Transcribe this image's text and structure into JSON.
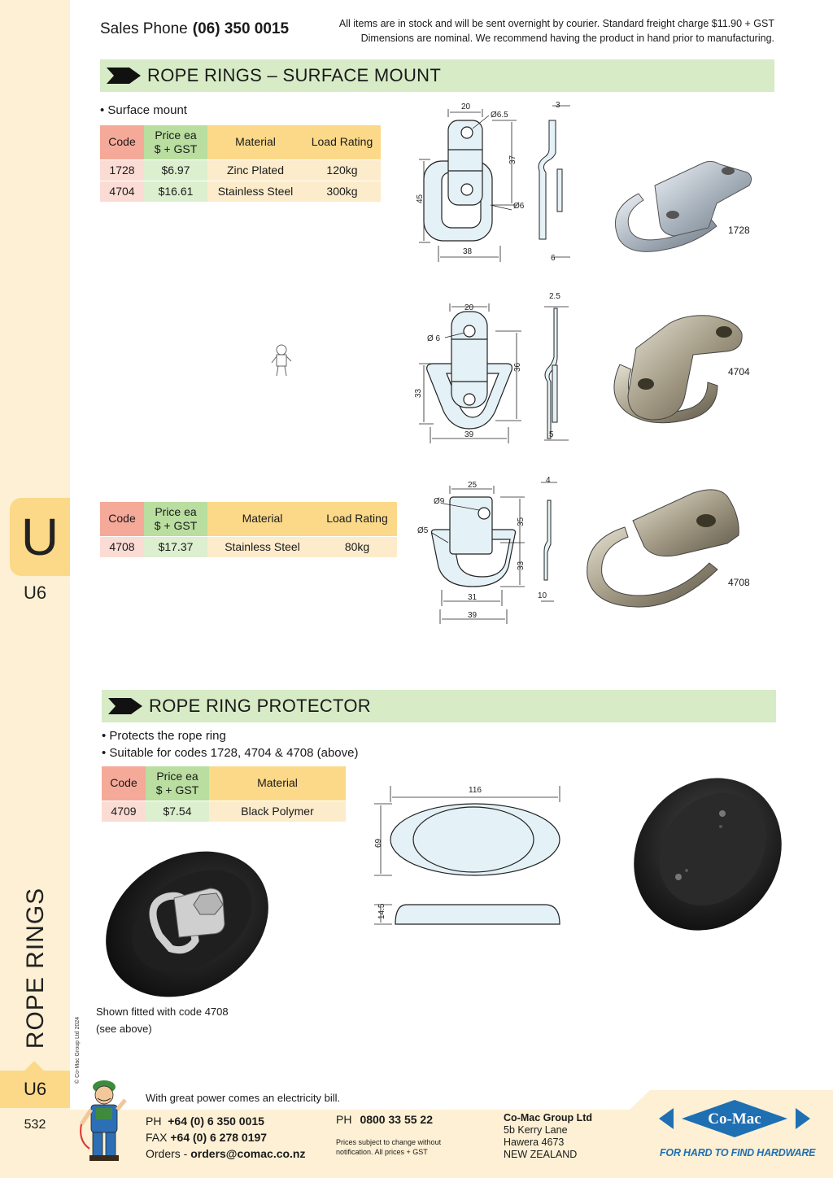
{
  "header": {
    "sales_label": "Sales Phone",
    "sales_phone": "(06) 350 0015",
    "notice_line1": "All items are in stock and will be sent overnight by courier. Standard freight charge $11.90 + GST",
    "notice_line2": "Dimensions are nominal. We recommend having the product in hand prior to manufacturing."
  },
  "sidebar": {
    "tab_letter": "U",
    "tab_code": "U6",
    "section_title": "ROPE RINGS",
    "bottom_code": "U6",
    "page_number": "532",
    "copyright": "© Co-Mac Group Ltd 2024"
  },
  "section1": {
    "title": "ROPE RINGS – SURFACE MOUNT",
    "bullets": [
      "• Surface mount"
    ],
    "table_headers": {
      "code": "Code",
      "price_line1": "Price ea",
      "price_line2": "$ + GST",
      "material": "Material",
      "load": "Load Rating"
    },
    "rows": [
      {
        "code": "1728",
        "price": "$6.97",
        "material": "Zinc Plated",
        "load": "120kg"
      },
      {
        "code": "4704",
        "price": "$16.61",
        "material": "Stainless Steel",
        "load": "300kg"
      }
    ],
    "table2_rows": [
      {
        "code": "4708",
        "price": "$17.37",
        "material": "Stainless Steel",
        "load": "80kg"
      }
    ],
    "photo_labels": [
      "1728",
      "4704",
      "4708"
    ],
    "dims_1728": {
      "w": "20",
      "hole": "Ø6.5",
      "t": "3",
      "h1": "37",
      "h2": "45",
      "ring": "Ø6",
      "b": "38",
      "d": "6"
    },
    "dims_4704": {
      "w": "20",
      "hole": "Ø 6",
      "t": "2.5",
      "h1": "36",
      "h2": "33",
      "b": "39",
      "d": "5"
    },
    "dims_4708": {
      "w": "25",
      "hole": "Ø9",
      "t": "4",
      "ring": "Ø5",
      "h1": "35",
      "h2": "33",
      "b1": "31",
      "b2": "39",
      "d": "10"
    }
  },
  "section2": {
    "title": "ROPE RING PROTECTOR",
    "bullets": [
      "• Protects the rope ring",
      "• Suitable for codes 1728, 4704 & 4708 (above)"
    ],
    "rows": [
      {
        "code": "4709",
        "price": "$7.54",
        "material": "Black Polymer"
      }
    ],
    "dims": {
      "w": "116",
      "h": "69",
      "t": "14.5"
    },
    "caption_line1": "Shown fitted with code 4708",
    "caption_line2": "(see above)"
  },
  "footer": {
    "tagline": "With great power comes an electricity bill.",
    "ph_label": "PH",
    "ph_value": "+64 (0) 6 350 0015",
    "fax_label": "FAX",
    "fax_value": "+64 (0) 6 278 0197",
    "orders_label": "Orders -",
    "orders_value": "orders@comac.co.nz",
    "ph2_label": "PH",
    "ph2_value": "0800 33 55 22",
    "prices_note_line1": "Prices subject to change without",
    "prices_note_line2": "notification. All prices + GST",
    "company": "Co-Mac Group Ltd",
    "address1": "5b Kerry Lane",
    "address2": "Hawera 4673",
    "address3": "NEW ZEALAND",
    "logo_text": "Co-Mac",
    "logo_tagline": "FOR HARD TO FIND HARDWARE"
  },
  "colors": {
    "banner": "#d7ebc6",
    "code_header": "#f4a999",
    "price_header": "#b9dea0",
    "material_header": "#fbd989",
    "sidebar": "#fdf0d4",
    "logo_blue": "#1f6fb3"
  }
}
